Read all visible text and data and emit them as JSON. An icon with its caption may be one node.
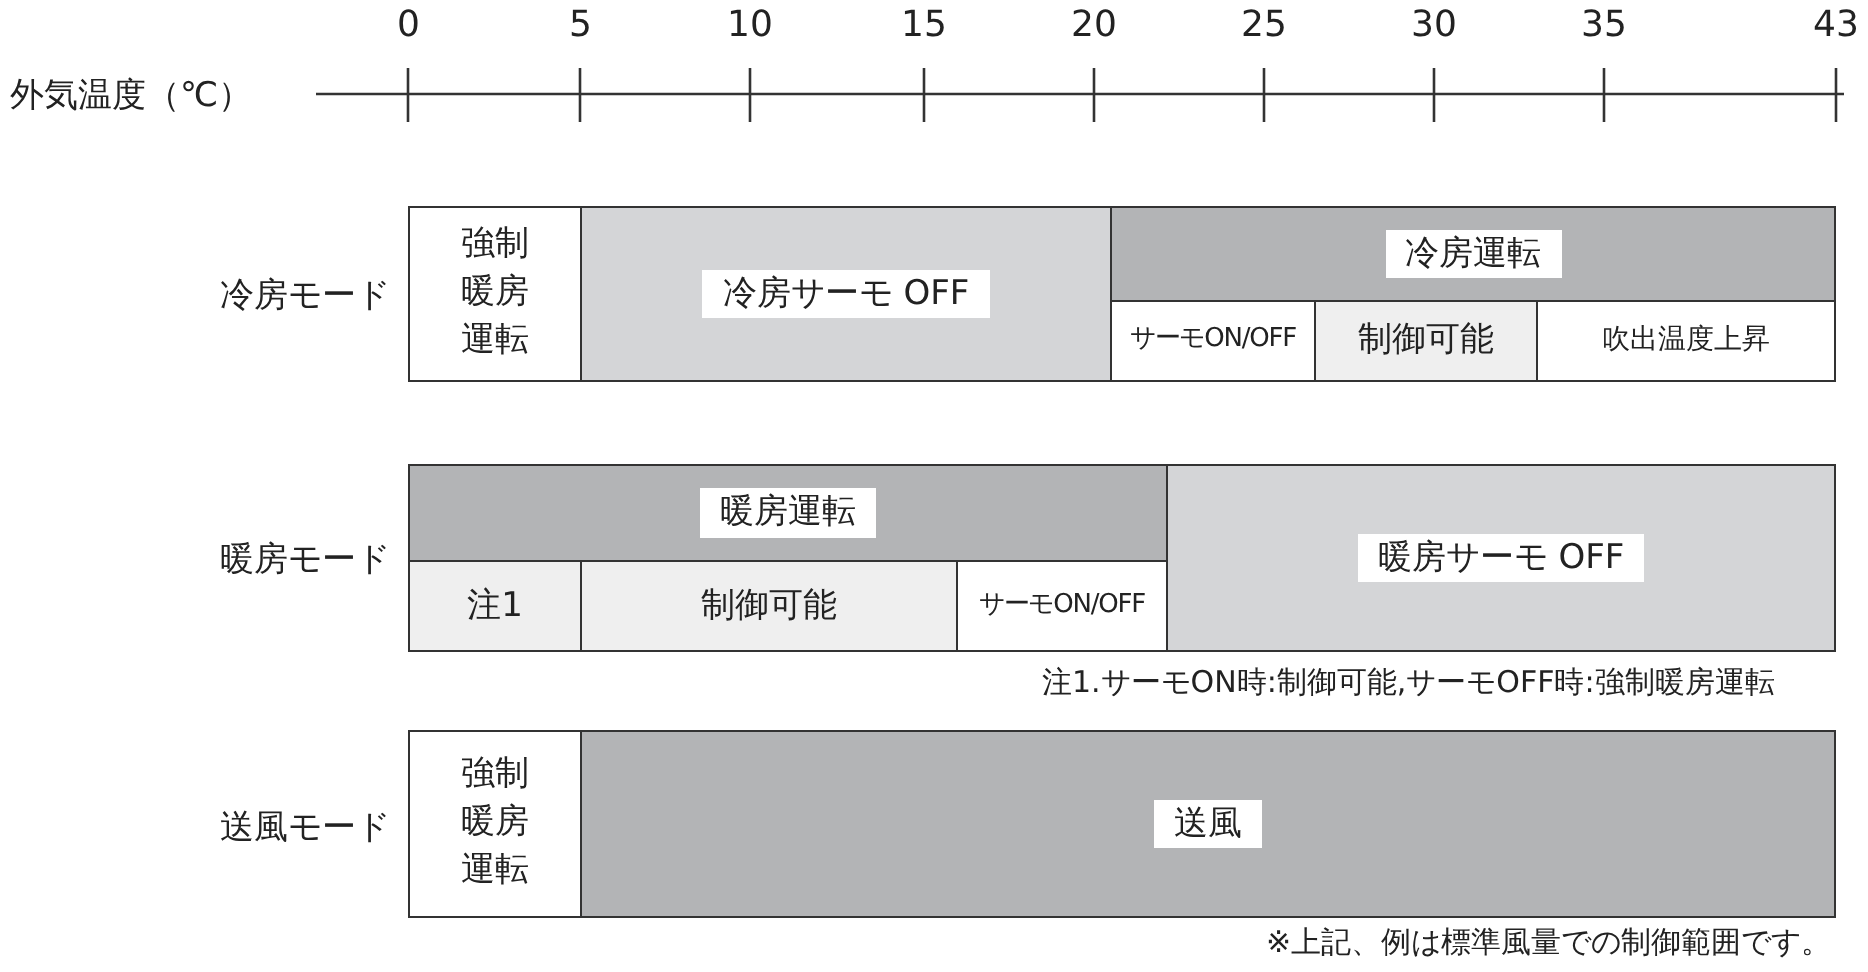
{
  "diagram": {
    "nodes": [
      {
        "text": [
          "強制暖房運転"
        ]
      },
      {
        "text": [
          "冷房サーモ OFF"
        ]
      },
      {
        "text": [
          "冷房運転"
        ]
      },
      {
        "text": [
          "サーモON/OFF"
        ]
      },
      {
        "text": [
          "制御可能"
        ]
      },
      {
        "text": [
          "吹出温度上昇"
        ]
      },
      {
        "text": [
          "暖房運転"
        ]
      },
      {
        "text": [
          "暖房サーモ OFF"
        ]
      },
      {
        "text": [
          "注1"
        ]
      },
      {
        "text": [
          "制御可能"
        ]
      },
      {
        "text": [
          "サーモON/OFF"
        ]
      },
      {
        "text": [
          "強制暖房運転"
        ]
      },
      {
        "text": [
          "送風"
        ]
      }
    ],
    "labels": [
      "0",
      "5",
      "10",
      "15",
      "20",
      "25",
      "30",
      "35",
      "43",
      "外気温度（℃）",
      "冷房モード",
      "暖房モード",
      "注1.サーモON時:制御可能,サーモOFF時:強制暖房運転",
      "送風モード",
      "※上記、例は標準風量での制御範囲です。"
    ]
  }
}
